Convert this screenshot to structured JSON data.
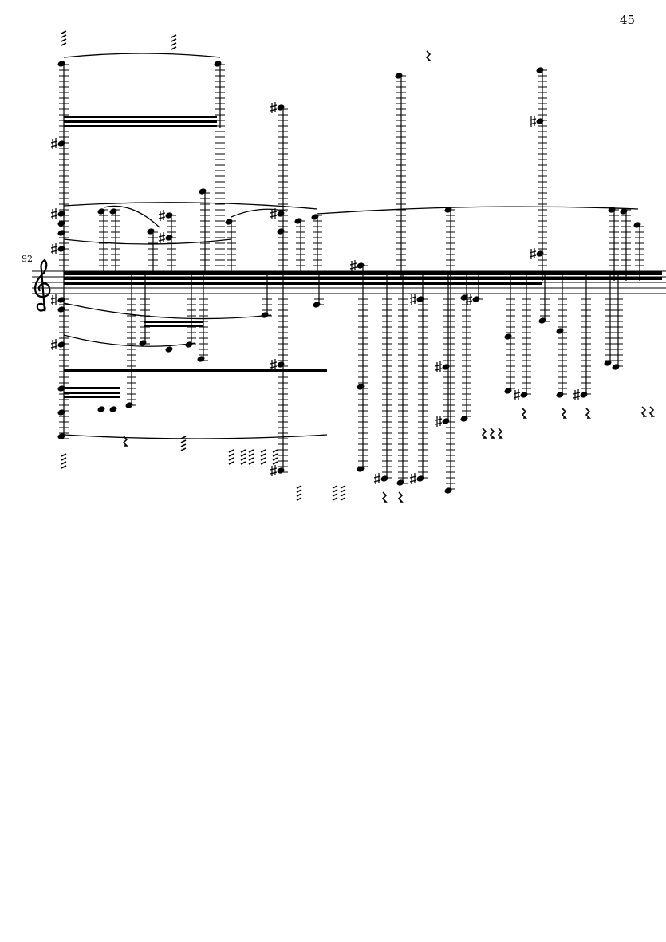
{
  "page": {
    "page_number": "45",
    "measure_number": "92",
    "ink_color": "#000000",
    "background_color": "#ffffff"
  },
  "staff": {
    "clef": "treble-clef-icon",
    "lines": 5
  }
}
